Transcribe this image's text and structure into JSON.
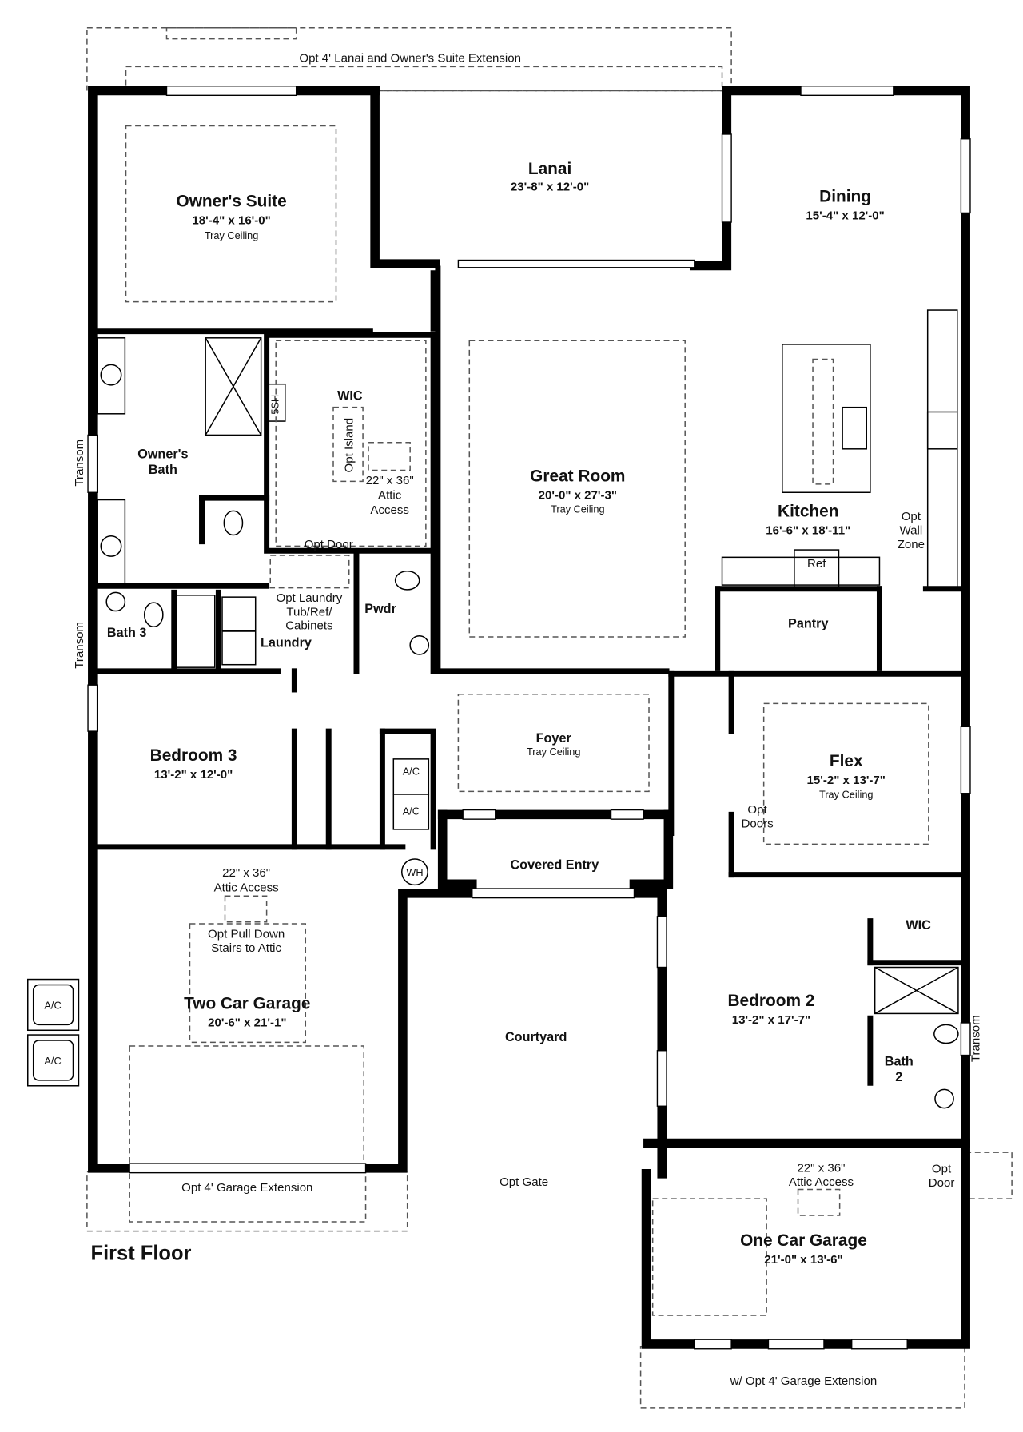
{
  "title": "First Floor",
  "rooms": {
    "owners_suite": {
      "name": "Owner's Suite",
      "dims": "18'-4\" x 16'-0\"",
      "note": "Tray Ceiling"
    },
    "lanai": {
      "name": "Lanai",
      "dims": "23'-8\" x 12'-0\""
    },
    "dining": {
      "name": "Dining",
      "dims": "15'-4\" x 12'-0\""
    },
    "owners_bath": {
      "line1": "Owner's",
      "line2": "Bath"
    },
    "wic": {
      "name": "WIC"
    },
    "great_room": {
      "name": "Great Room",
      "dims": "20'-0\" x 27'-3\"",
      "note": "Tray Ceiling"
    },
    "kitchen": {
      "name": "Kitchen",
      "dims": "16'-6\" x 18'-11\""
    },
    "pantry": {
      "name": "Pantry"
    },
    "bath3": {
      "name": "Bath 3"
    },
    "laundry": {
      "name": "Laundry"
    },
    "pwdr": {
      "name": "Pwdr"
    },
    "bedroom3": {
      "name": "Bedroom 3",
      "dims": "13'-2\" x 12'-0\""
    },
    "foyer": {
      "name": "Foyer",
      "note": "Tray Ceiling"
    },
    "flex": {
      "name": "Flex",
      "dims": "15'-2\" x 13'-7\"",
      "note": "Tray Ceiling"
    },
    "covered_entry": {
      "name": "Covered Entry"
    },
    "two_car_garage": {
      "name": "Two Car Garage",
      "dims": "20'-6\" x 21'-1\""
    },
    "courtyard": {
      "name": "Courtyard"
    },
    "wic2": {
      "name": "WIC"
    },
    "bedroom2": {
      "name": "Bedroom 2",
      "dims": "13'-2\" x 17'-7\""
    },
    "bath2": {
      "line1": "Bath",
      "line2": "2"
    },
    "one_car_garage": {
      "name": "One Car Garage",
      "dims": "21'-0\" x 13'-6\""
    }
  },
  "notes": {
    "lanai_extension": "Opt 4' Lanai and Owner's Suite Extension",
    "shelf": "5SH",
    "opt_island": "Opt Island",
    "wic_attic_1": "22\" x 36\"",
    "wic_attic_2": "Attic",
    "wic_attic_3": "Access",
    "opt_door_wic": "Opt Door",
    "opt_laundry_1": "Opt Laundry",
    "opt_laundry_2": "Tub/Ref/",
    "opt_laundry_3": "Cabinets",
    "ref": "Ref",
    "wall_zone_1": "Opt",
    "wall_zone_2": "Wall",
    "wall_zone_3": "Zone",
    "transom_1": "Transom",
    "transom_2": "Transom",
    "transom_3": "Transom",
    "ac_1": "A/C",
    "ac_2": "A/C",
    "ac_3": "A/C",
    "ac_4": "A/C",
    "wh": "WH",
    "opt_doors_1": "Opt",
    "opt_doors_2": "Doors",
    "garage_attic_1": "22\" x 36\"",
    "garage_attic_2": "Attic Access",
    "pull_down_1": "Opt Pull Down",
    "pull_down_2": "Stairs to Attic",
    "garage_extension": "Opt 4' Garage Extension",
    "opt_gate": "Opt Gate",
    "one_car_attic_1": "22\" x 36\"",
    "one_car_attic_2": "Attic Access",
    "opt_door_garage_1": "Opt",
    "opt_door_garage_2": "Door",
    "one_car_extension": "w/ Opt 4' Garage Extension"
  }
}
